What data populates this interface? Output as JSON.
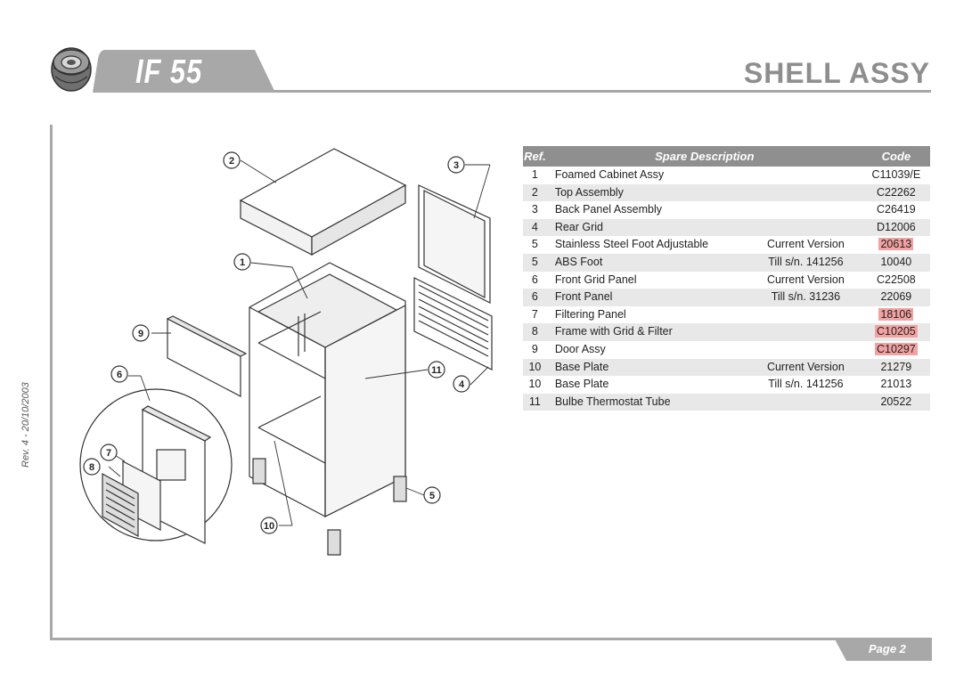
{
  "header": {
    "model": "IF 55",
    "section": "SHELL ASSY"
  },
  "footer": {
    "revision": "Rev. 4 - 20/10/2003",
    "page": "Page 2"
  },
  "table": {
    "headers": {
      "ref": "Ref.",
      "description": "Spare Description",
      "code": "Code"
    },
    "rows": [
      {
        "ref": "1",
        "description": "Foamed Cabinet Assy",
        "version": "",
        "code": "C11039/E",
        "highlight": false
      },
      {
        "ref": "2",
        "description": "Top Assembly",
        "version": "",
        "code": "C22262",
        "highlight": false
      },
      {
        "ref": "3",
        "description": "Back Panel Assembly",
        "version": "",
        "code": "C26419",
        "highlight": false
      },
      {
        "ref": "4",
        "description": "Rear Grid",
        "version": "",
        "code": "D12006",
        "highlight": false
      },
      {
        "ref": "5",
        "description": "Stainless Steel Foot Adjustable",
        "version": "Current Version",
        "code": "20613",
        "highlight": true
      },
      {
        "ref": "5",
        "description": "ABS Foot",
        "version": "Till s/n. 141256",
        "code": "10040",
        "highlight": false
      },
      {
        "ref": "6",
        "description": "Front Grid Panel",
        "version": "Current Version",
        "code": "C22508",
        "highlight": false
      },
      {
        "ref": "6",
        "description": "Front Panel",
        "version": "Till s/n. 31236",
        "code": "22069",
        "highlight": false
      },
      {
        "ref": "7",
        "description": "Filtering Panel",
        "version": "",
        "code": "18106",
        "highlight": true
      },
      {
        "ref": "8",
        "description": "Frame with Grid & Filter",
        "version": "",
        "code": "C10205",
        "highlight": true
      },
      {
        "ref": "9",
        "description": "Door Assy",
        "version": "",
        "code": "C10297",
        "highlight": true
      },
      {
        "ref": "10",
        "description": "Base Plate",
        "version": "Current Version",
        "code": "21279",
        "highlight": false
      },
      {
        "ref": "10",
        "description": "Base Plate",
        "version": "Till s/n. 141256",
        "code": "21013",
        "highlight": false
      },
      {
        "ref": "11",
        "description": "Bulbe Thermostat Tube",
        "version": "",
        "code": "20522",
        "highlight": false
      }
    ]
  },
  "diagram": {
    "callouts": [
      "1",
      "2",
      "3",
      "4",
      "5",
      "6",
      "7",
      "8",
      "9",
      "10",
      "11"
    ]
  },
  "colors": {
    "header_gray": "#a8a8a8",
    "table_header": "#8f8f8f",
    "row_alt": "#e8e8e8",
    "highlight": "#f3a2a2"
  }
}
